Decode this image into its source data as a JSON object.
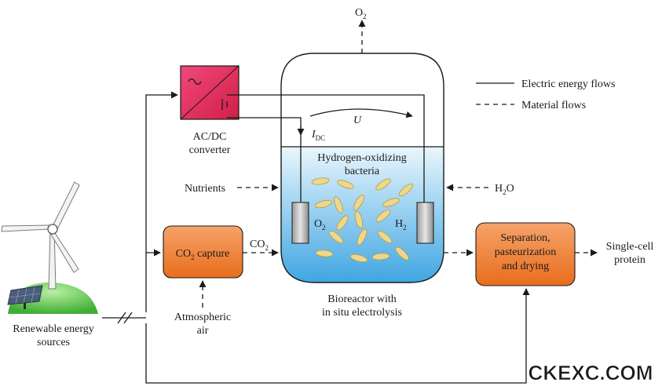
{
  "labels": {
    "o2_top": "O",
    "o2_top_sub": "2",
    "legend_electric": "Electric energy flows",
    "legend_material": "Material flows",
    "converter_line1": "AC/DC",
    "converter_line2": "converter",
    "voltage": "U",
    "current": "I",
    "current_sub": "DC",
    "bacteria_line1": "Hydrogen-oxidizing",
    "bacteria_line2": "bacteria",
    "nutrients": "Nutrients",
    "water": "H",
    "water_sub": "2",
    "water_tail": "O",
    "o2_electrode": "O",
    "o2_electrode_sub": "2",
    "h2_electrode": "H",
    "h2_electrode_sub": "2",
    "co2_capture": "CO",
    "co2_capture_sub": "2",
    "co2_capture_tail": " capture",
    "co2_flow": "CO",
    "co2_flow_sub": "2",
    "separation_line1": "Separation,",
    "separation_line2": "pasteurization",
    "separation_line3": "and drying",
    "product_line1": "Single-cell",
    "product_line2": "protein",
    "bioreactor_line1": "Bioreactor with",
    "bioreactor_line2": "in situ electrolysis",
    "air_line1": "Atmospheric",
    "air_line2": "air",
    "renewable_line1": "Renewable energy",
    "renewable_line2": "sources",
    "watermark": "CKEXC.COM"
  },
  "colors": {
    "converter_fill": "#e8305a",
    "box_fill": "#ef7d2c",
    "liquid_top": "#e6f4fc",
    "liquid_bottom": "#3fa6e2",
    "bacteria": "#ead890",
    "hill": "#6fce5a",
    "watermark": "#d8141c"
  }
}
